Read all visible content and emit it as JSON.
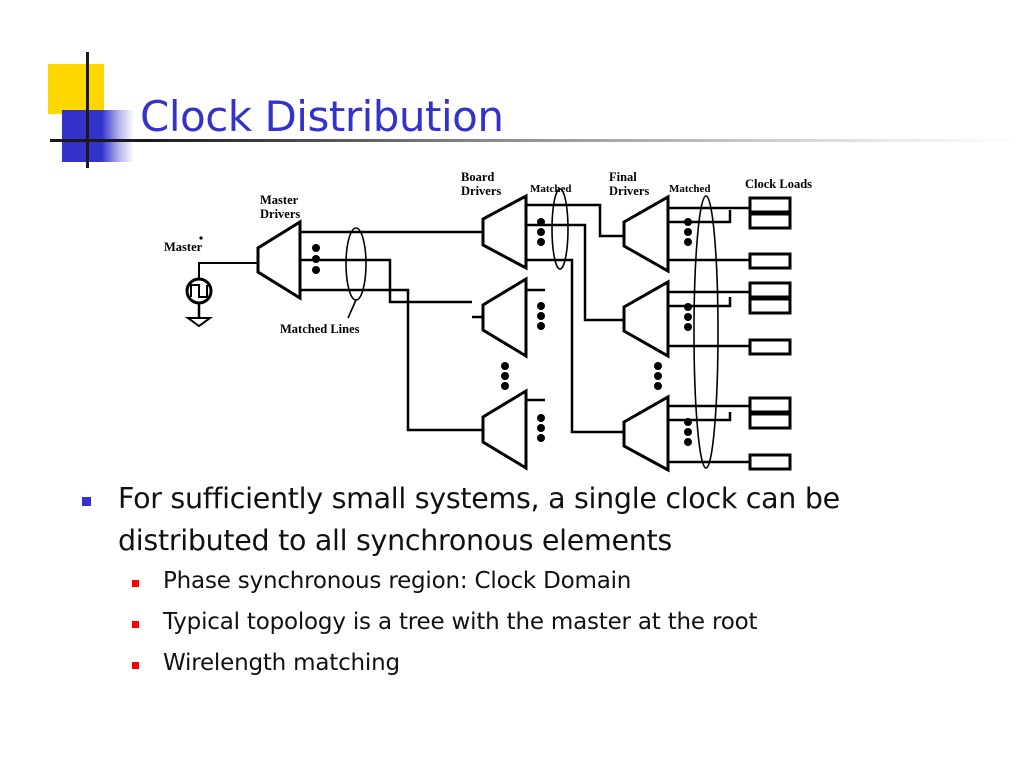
{
  "slide": {
    "title": "Clock Distribution"
  },
  "diagram": {
    "labels": {
      "master": "Master",
      "master_drivers_1": "Master",
      "master_drivers_2": "Drivers",
      "board_drivers_1": "Board",
      "board_drivers_2": "Drivers",
      "matched_1": "Matched",
      "final_drivers_1": "Final",
      "final_drivers_2": "Drivers",
      "matched_2": "Matched",
      "clock_loads": "Clock Loads",
      "matched_lines": "Matched Lines"
    }
  },
  "bullets": {
    "main": "For sufficiently small systems, a single clock can be distributed to all synchronous elements",
    "sub": [
      "Phase synchronous region: Clock Domain",
      "Typical topology is a tree with the master at the root",
      "Wirelength matching"
    ]
  },
  "colors": {
    "title": "#3333cc",
    "accent_yellow": "#ffd800",
    "accent_blue": "#3333cc",
    "bullet_main": "#3333cc",
    "bullet_sub": "#ff0000"
  }
}
